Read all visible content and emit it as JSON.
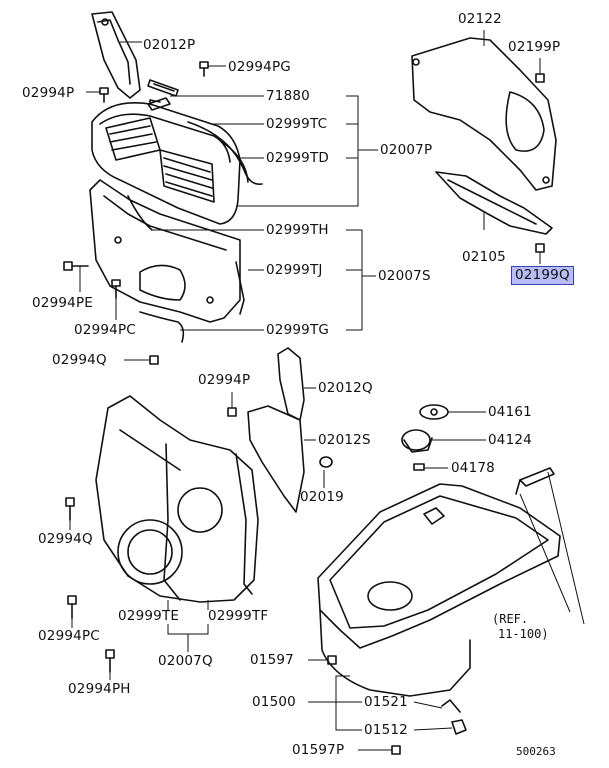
{
  "labels": {
    "l_02012P": "02012P",
    "l_02994PG": "02994PG",
    "l_02994P_top": "02994P",
    "l_71880": "71880",
    "l_02999TC": "02999TC",
    "l_02999TD": "02999TD",
    "l_02007P": "02007P",
    "l_02122": "02122",
    "l_02199P": "02199P",
    "l_02105": "02105",
    "l_02199Q": "02199Q",
    "l_02999TH": "02999TH",
    "l_02999TJ": "02999TJ",
    "l_02007S": "02007S",
    "l_02994PE": "02994PE",
    "l_02994PC_mid": "02994PC",
    "l_02999TG": "02999TG",
    "l_02994Q_mid": "02994Q",
    "l_02994P_mid": "02994P",
    "l_02012Q": "02012Q",
    "l_04161": "04161",
    "l_02012S": "02012S",
    "l_04124": "04124",
    "l_04178": "04178",
    "l_02019": "02019",
    "l_02994Q_low": "02994Q",
    "l_02999TE": "02999TE",
    "l_02999TF": "02999TF",
    "l_02994PC_low": "02994PC",
    "l_02007Q": "02007Q",
    "l_01597": "01597",
    "l_02994PH": "02994PH",
    "l_01500": "01500",
    "l_01521": "01521",
    "l_01512": "01512",
    "l_01597P": "01597P"
  },
  "reference": {
    "line1": "(REF.",
    "line2": "11-100)"
  },
  "diagram_code": "500263",
  "highlight_color": "#b9bdf7"
}
